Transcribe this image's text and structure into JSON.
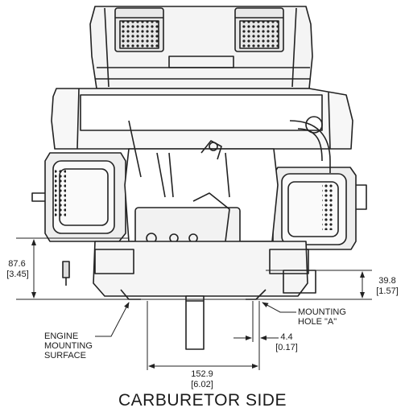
{
  "title": "CARBURETOR SIDE",
  "dimensions": {
    "left_height": {
      "mm": "87.6",
      "in": "[3.45]"
    },
    "right_height": {
      "mm": "39.8",
      "in": "[1.57]"
    },
    "hole_offset": {
      "mm": "4.4",
      "in": "[0.17]"
    },
    "width": {
      "mm": "152.9",
      "in": "[6.02]"
    }
  },
  "callouts": {
    "engine_mounting_surface": [
      "ENGINE",
      "MOUNTING",
      "SURFACE"
    ],
    "mounting_hole": [
      "MOUNTING",
      "HOLE \"A\""
    ]
  }
}
